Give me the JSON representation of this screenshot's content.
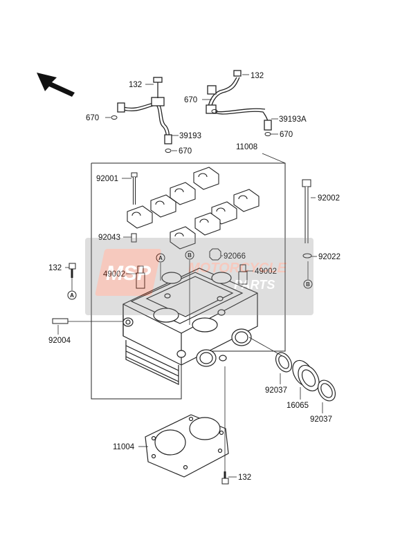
{
  "diagram": {
    "part_labels": {
      "top_bolt_left": "132",
      "top_bolt_right": "132",
      "oring_left_1": "670",
      "oring_left_2": "670",
      "oring_right_1": "670",
      "oring_right_2": "670",
      "oil_pipe_left": "39193",
      "oil_pipe_right": "39193A",
      "head_assembly": "11008",
      "stud_bolt": "92001",
      "long_stud": "92002",
      "dowel_pin": "92043",
      "plug_left": "49002",
      "plug_right": "49002",
      "nut_92066": "92066",
      "washer_92022": "92022",
      "side_bolt": "132",
      "stud_92004": "92004",
      "clamp_left": "92037",
      "clamp_right": "92037",
      "holder_16065": "16065",
      "gasket": "11004",
      "bottom_bolt": "132"
    },
    "markers": {
      "a_top": "A",
      "a_left": "A",
      "b_top": "B",
      "b_right": "B"
    },
    "watermark": {
      "word1": "MSP",
      "word2": "MOTORCYCLE",
      "word3": "PARTS"
    }
  }
}
